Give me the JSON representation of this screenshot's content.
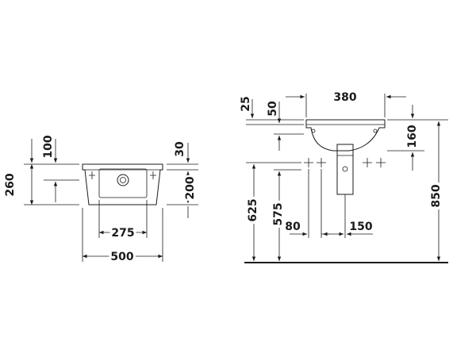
{
  "front_view": {
    "dim_width": "500",
    "dim_tap_spacing": "275",
    "dim_height": "260",
    "dim_top_offset": "100",
    "dim_rim": "30",
    "dim_body": "200"
  },
  "side_view": {
    "dim_depth": "380",
    "dim_top_25": "25",
    "dim_top_50": "50",
    "dim_bowl": "160",
    "dim_floor_rim": "850",
    "dim_floor_625": "625",
    "dim_floor_575": "575",
    "dim_80": "80",
    "dim_150": "150"
  }
}
